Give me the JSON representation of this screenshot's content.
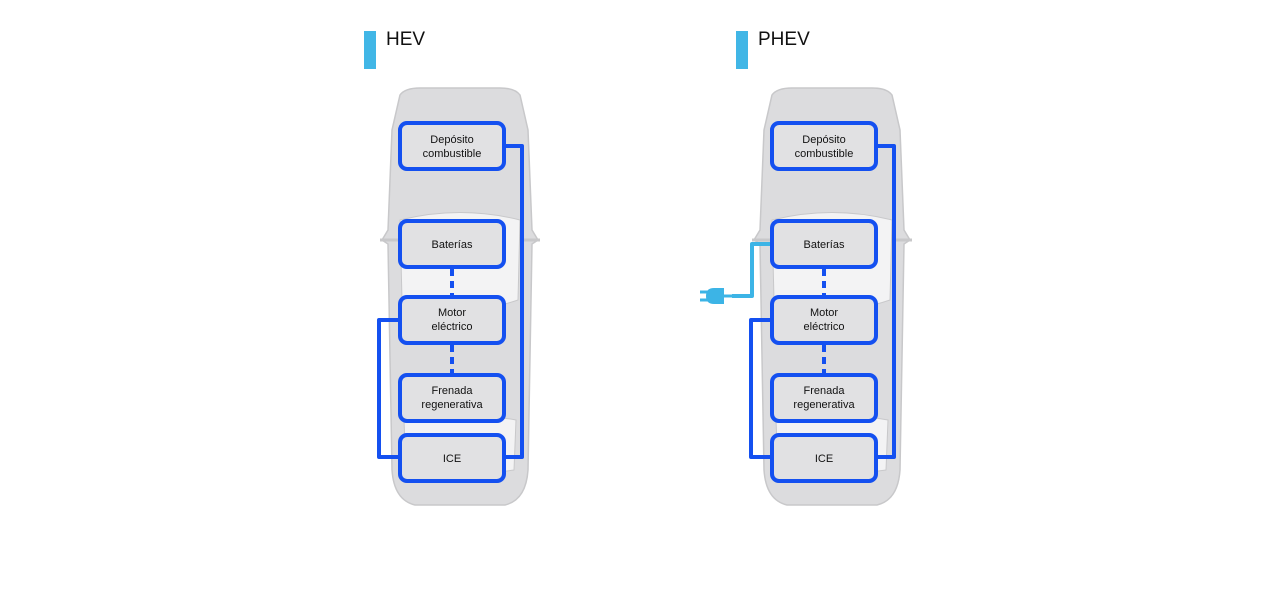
{
  "colors": {
    "accent": "#41b6e6",
    "box_stroke": "#1450f0",
    "box_fill": "#e1e1e3",
    "car_body": "#dcdcde",
    "car_outline": "#c8c8ca",
    "plug": "#3cb4e6"
  },
  "panels": [
    {
      "title": "HEV",
      "boxes": {
        "fuel": [
          "Depósito",
          "combustible"
        ],
        "battery": "Baterías",
        "motor": [
          "Motor",
          "eléctrico"
        ],
        "regen": [
          "Frenada",
          "regenerativa"
        ],
        "ice": "ICE"
      }
    },
    {
      "title": "PHEV",
      "boxes": {
        "fuel": [
          "Depósito",
          "combustible"
        ],
        "battery": "Baterías",
        "motor": [
          "Motor",
          "eléctrico"
        ],
        "regen": [
          "Frenada",
          "regenerativa"
        ],
        "ice": "ICE"
      },
      "plug": "plug-icon"
    }
  ]
}
